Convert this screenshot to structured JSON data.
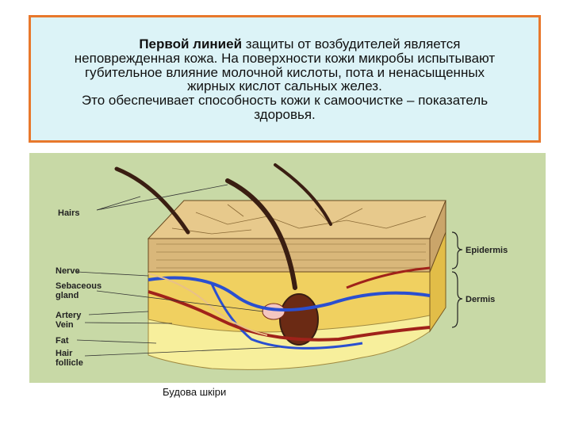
{
  "text_block": {
    "line1_bold": "Первой линией",
    "line1_rest": " защиты от возбудителей является",
    "line2": "неповрежденная кожа. На поверхности кожи микробы испытывают",
    "line3": "губительное влияние молочной кислоты, пота и ненасыщенных",
    "line4": "жирных кислот сальных желез.",
    "line5": "Это обеспечивает способность кожи к самоочистке – показатель",
    "line6": "здоровья."
  },
  "figure": {
    "labels_left": {
      "hairs": "Hairs",
      "nerve": "Nerve",
      "sebaceous_1": "Sebaceous",
      "sebaceous_2": "gland",
      "artery": "Artery",
      "vein": "Vein",
      "fat": "Fat",
      "hair_1": "Hair",
      "hair_2": "follicle"
    },
    "labels_right": {
      "epidermis": "Epidermis",
      "dermis": "Dermis"
    },
    "caption": "Будова шкіри"
  },
  "colors": {
    "frame_border": "#e8782c",
    "text_bg": "#dcf3f7",
    "figure_bg": "#c8d9a6",
    "epidermis": "#d9b77a",
    "dermis": "#f0d060",
    "fat": "#f7ef9c",
    "vein": "#2a4fd0",
    "artery": "#a0221a",
    "hair": "#3a1e12"
  }
}
